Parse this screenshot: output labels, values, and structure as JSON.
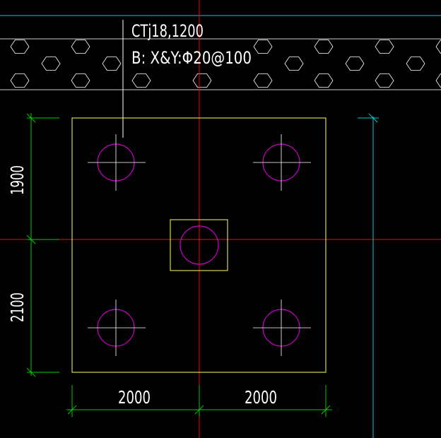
{
  "annotation": {
    "cap_label": "CTj18,1200",
    "rebar_label": "B: X&Y:Φ20@100"
  },
  "dimensions": {
    "vertical_upper": "1900",
    "vertical_lower": "2100",
    "horizontal_left": "2000",
    "horizontal_right": "2000"
  },
  "colors": {
    "background": "#000000",
    "axis_line": "#ff0000",
    "outline": "#ffff66",
    "pile": "#cc00cc",
    "dimension": "#00cc00",
    "grid_line": "#00cccc",
    "text": "#ffffff",
    "hatch": "#ffffff"
  }
}
